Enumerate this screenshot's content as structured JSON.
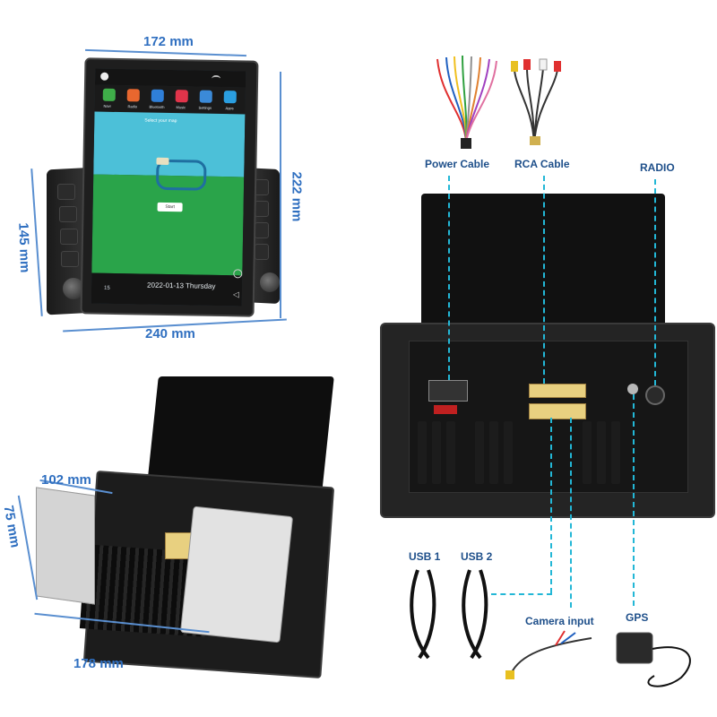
{
  "dimensions": {
    "width_top": "172 mm",
    "height_screen": "222 mm",
    "height_body": "145 mm",
    "width_bottom": "240 mm",
    "depth": "102 mm",
    "bracket_height": "75 mm",
    "rear_width": "178 mm"
  },
  "screen": {
    "apps": [
      {
        "label": "Navi",
        "color": "#3fae49",
        "icon": "map-pin-icon"
      },
      {
        "label": "Radio",
        "color": "#e8672f",
        "icon": "radio-icon"
      },
      {
        "label": "Bluetooth",
        "color": "#2f7fd8",
        "icon": "bluetooth-icon"
      },
      {
        "label": "Music",
        "color": "#e0344a",
        "icon": "music-icon"
      },
      {
        "label": "Settings",
        "color": "#3b8ad8",
        "icon": "gear-icon"
      },
      {
        "label": "Apps",
        "color": "#2a9ee0",
        "icon": "grid-icon"
      }
    ],
    "wallpaper_title": "Select your map",
    "wallpaper_button": "Start",
    "datetime": "2022-01-13  Thursday",
    "volume": "15"
  },
  "connectors": {
    "power_cable": "Power Cable",
    "rca_cable": "RCA Cable",
    "radio": "RADIO",
    "usb1": "USB 1",
    "usb2": "USB 2",
    "camera_input": "Camera input",
    "gps": "GPS"
  },
  "colors": {
    "dimension_blue": "#2f6fc0",
    "guide_cyan": "#23b7d6",
    "label_navy": "#1e4f8a"
  }
}
